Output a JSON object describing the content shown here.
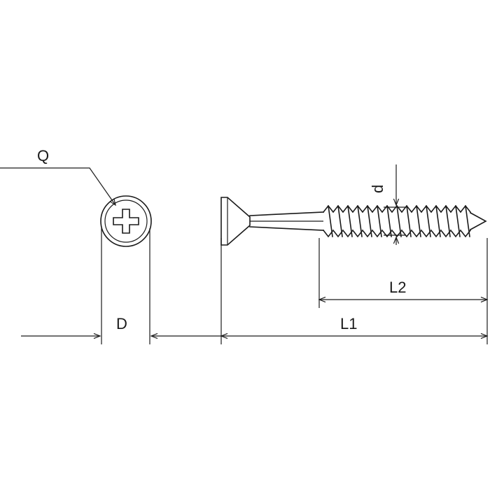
{
  "labels": {
    "head_recess": "Q",
    "head_diameter": "D",
    "overall_length": "L1",
    "thread_length": "L2",
    "thread_diameter": "d"
  },
  "colors": {
    "line": "#1a1a1a",
    "background": "#ffffff"
  }
}
